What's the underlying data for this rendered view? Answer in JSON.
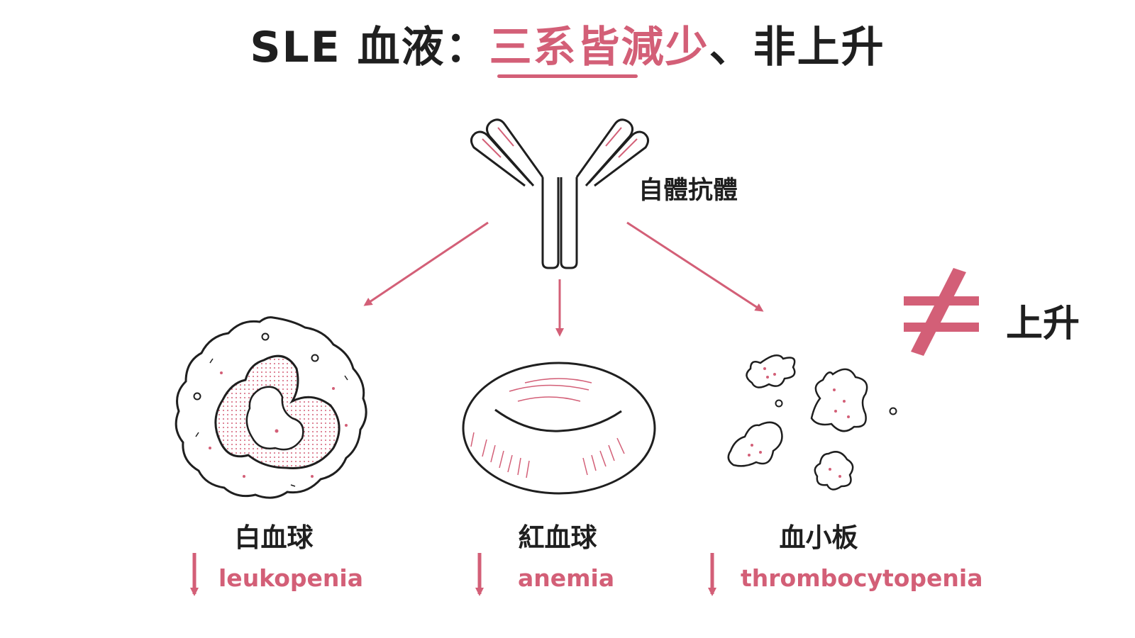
{
  "title": {
    "prefix": "SLE 血液：",
    "highlight": "三系皆減少",
    "suffix": "、非上升"
  },
  "antibody": {
    "label": "自體抗體"
  },
  "cells": [
    {
      "name": "白血球",
      "term": "leukopenia"
    },
    {
      "name": "紅血球",
      "term": "anemia"
    },
    {
      "name": "血小板",
      "term": "thrombocytopenia"
    }
  ],
  "not_equal": {
    "symbol": "≠",
    "label": "上升"
  },
  "colors": {
    "accent": "#d35f77",
    "ink": "#1f1f1f",
    "background": "#ffffff"
  }
}
